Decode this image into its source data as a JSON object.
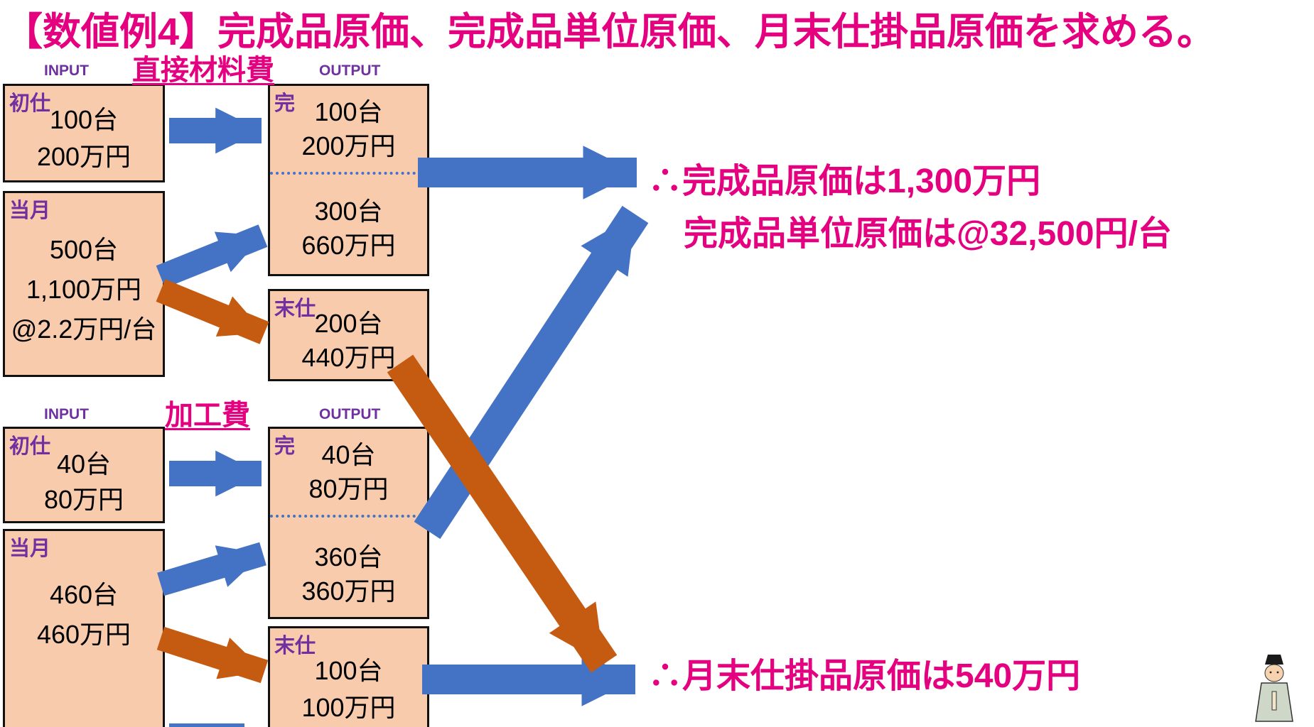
{
  "title": "【数値例4】完成品原価、完成品単位原価、月末仕掛品原価を求める。",
  "colors": {
    "title_pink": "#e4007f",
    "label_purple": "#7030a0",
    "box_fill": "#f8cbad",
    "box_border": "#111111",
    "arrow_blue": "#4472c4",
    "arrow_orange": "#c55a11"
  },
  "sections": [
    {
      "id": "direct-material",
      "input_label": "INPUT",
      "output_label": "OUTPUT",
      "cost_label": "直接材料費",
      "beginning": {
        "tag": "初仕",
        "qty": "100台",
        "amount": "200万円"
      },
      "current": {
        "tag": "当月",
        "qty": "500台",
        "amount": "1,100万円",
        "unit": "@2.2万円/台"
      },
      "completed": {
        "tag": "完",
        "upper_qty": "100台",
        "upper_amount": "200万円",
        "lower_qty": "300台",
        "lower_amount": "660万円"
      },
      "ending": {
        "tag": "末仕",
        "qty": "200台",
        "amount": "440万円"
      }
    },
    {
      "id": "conversion-cost",
      "input_label": "INPUT",
      "output_label": "OUTPUT",
      "cost_label": "加工費",
      "beginning": {
        "tag": "初仕",
        "qty": "40台",
        "amount": "80万円"
      },
      "current": {
        "tag": "当月",
        "qty": "460台",
        "amount": "460万円"
      },
      "completed": {
        "tag": "完",
        "upper_qty": "40台",
        "upper_amount": "80万円",
        "lower_qty": "360台",
        "lower_amount": "360万円"
      },
      "ending": {
        "tag": "末仕",
        "qty": "100台",
        "amount": "100万円"
      }
    }
  ],
  "conclusions": {
    "completed_cost": "∴完成品原価は1,300万円",
    "unit_cost": "完成品単位原価は@32,500円/台",
    "ending_wip": "∴月末仕掛品原価は540万円"
  }
}
